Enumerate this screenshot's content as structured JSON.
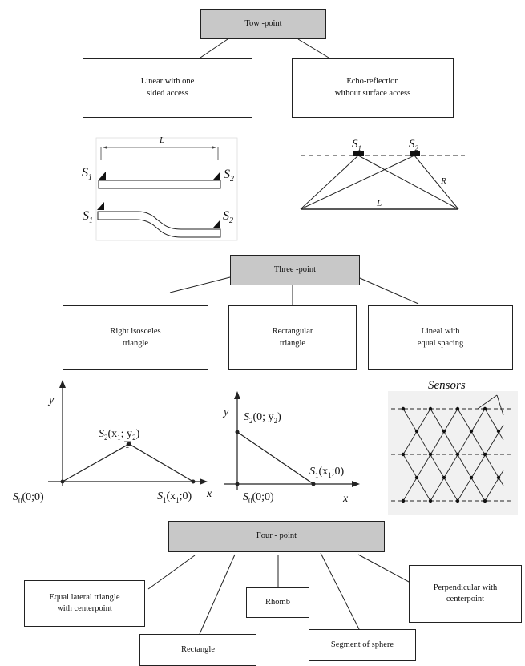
{
  "sections": {
    "two_point": {
      "header": "Tow -point",
      "children": [
        "Linear with one\nsided access",
        "Echo-reflection\nwithout surface access"
      ]
    },
    "three_point": {
      "header": "Three -point",
      "children": [
        "Right isosceles\ntriangle",
        "Rectangular\ntriangle",
        "Lineal with\nequal spacing"
      ]
    },
    "four_point": {
      "header": "Four - point",
      "children": [
        "Equal lateral triangle\nwith centerpoint",
        "Rectangle",
        "Rhomb",
        "Segment of sphere",
        "Perpendicular with\ncenterpoint"
      ]
    }
  },
  "figure_labels": {
    "linear": {
      "L": "L",
      "S1": "S",
      "S1_sub": "1",
      "S2": "S",
      "S2_sub": "2"
    },
    "echo": {
      "S1": "S",
      "S1_sub": "1",
      "S2": "S",
      "S2_sub": "2",
      "R": "R",
      "L": "L"
    },
    "isosceles": {
      "y": "y",
      "x": "x",
      "S0": "S",
      "S0_sub": "0",
      "S0_coord": "(0;0)",
      "S1": "S",
      "S1_sub": "1",
      "S1_coord_a": "(x",
      "S1_coord_sub": "1",
      "S1_coord_b": ";0)",
      "S2": "S",
      "S2_sub": "2",
      "S2_coord_a": "(x",
      "S2_coord_sub": "1",
      "S2_coord_mid": "; y",
      "S2_coord_sub2": "2",
      "S2_coord_b": ")",
      "S2_frac": "2"
    },
    "rectangular": {
      "y": "y",
      "x": "x",
      "S0": "S",
      "S0_sub": "0",
      "S0_coord": "(0;0)",
      "S1": "S",
      "S1_sub": "1",
      "S1_coord_a": "(x",
      "S1_coord_sub": "1",
      "S1_coord_b": ";0)",
      "S2": "S",
      "S2_sub": "2",
      "S2_coord_a": "(0; y",
      "S2_coord_sub": "2",
      "S2_coord_b": ")"
    },
    "lineal": {
      "sensors": "Sensors"
    }
  }
}
